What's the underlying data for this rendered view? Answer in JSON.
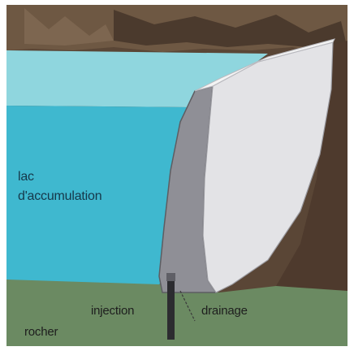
{
  "diagram": {
    "labels": {
      "lake_line1": "lac",
      "lake_line2": "d'accumulation",
      "injection": "injection",
      "drainage": "drainage",
      "rock": "rocher"
    },
    "colors": {
      "lake_surface": "#8fd6de",
      "lake_water": "#3fb8cf",
      "dam_front": "#e3e3e6",
      "dam_section": "#8f8f96",
      "dam_top": "#f4f4f4",
      "rock_brown": "#5a4636",
      "rock_dark": "#3f3026",
      "ground_green": "#6b8a62",
      "sky_ground_top": "#7a6a55"
    }
  }
}
